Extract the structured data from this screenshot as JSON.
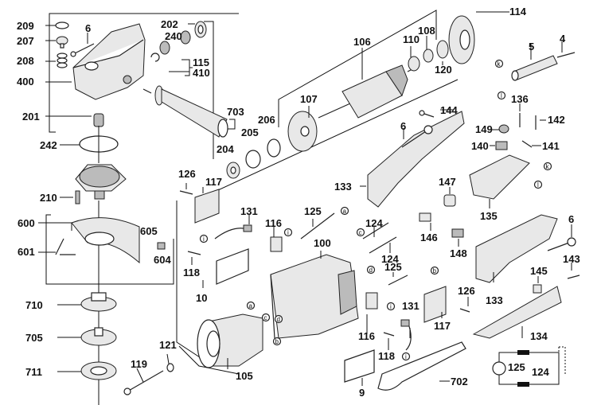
{
  "diagram": {
    "title": "Angle grinder exploded parts diagram",
    "labels": {
      "p209": "209",
      "p207": "207",
      "p208": "208",
      "p400": "400",
      "p6a": "6",
      "p202": "202",
      "p240": "240",
      "p115": "115",
      "p410": "410",
      "p201": "201",
      "p703": "703",
      "p242": "242",
      "p206": "206",
      "p205": "205",
      "p204": "204",
      "p210": "210",
      "p600": "600",
      "p601": "601",
      "p605": "605",
      "p604": "604",
      "p710": "710",
      "p705": "705",
      "p711": "711",
      "p119": "119",
      "p121": "121",
      "p105": "105",
      "p10": "10",
      "p118a": "118",
      "p117a": "117",
      "p126a": "126",
      "p131a": "131",
      "p116a": "116",
      "p125a": "125",
      "p100": "100",
      "p106": "106",
      "p107": "107",
      "p110": "110",
      "p108": "108",
      "p120": "120",
      "p114": "114",
      "p5": "5",
      "p4": "4",
      "p144": "144",
      "p6b": "6",
      "p133a": "133",
      "p136": "136",
      "p142": "142",
      "p149": "149",
      "p140": "140",
      "p141": "141",
      "p147": "147",
      "p135": "135",
      "p124a": "124",
      "p124b": "124",
      "p146": "146",
      "p148": "148",
      "p6c": "6",
      "p143": "143",
      "p133b": "133",
      "p145": "145",
      "p125b": "125",
      "p126b": "126",
      "p117b": "117",
      "p116b": "116",
      "p118b": "118",
      "p131b": "131",
      "p9": "9",
      "p702": "702",
      "p134": "134",
      "p125c": "125",
      "p124c": "124"
    },
    "wire_markers": {
      "k1": "k",
      "l1": "l",
      "k2": "k",
      "l2": "l",
      "a1": "a",
      "a2": "a",
      "b1": "b",
      "b2": "b",
      "c1": "c",
      "c2": "c",
      "d1": "d",
      "d2": "d",
      "i1": "i",
      "i2": "i",
      "i3": "i",
      "i4": "i",
      "i5": "i"
    }
  }
}
